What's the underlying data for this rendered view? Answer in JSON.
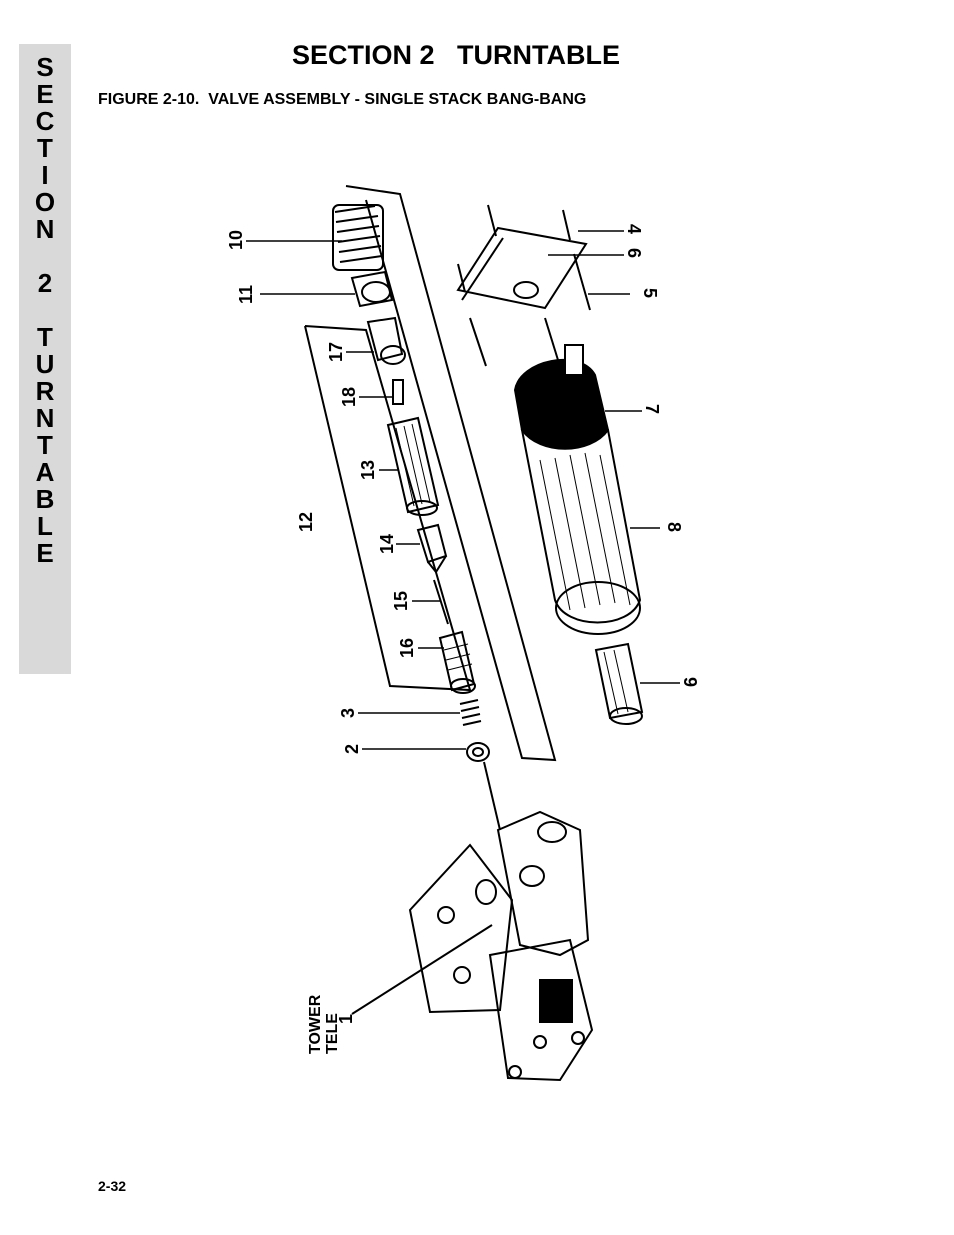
{
  "side_tab": {
    "letters": [
      "S",
      "E",
      "C",
      "T",
      "I",
      "O",
      "N",
      "",
      "2",
      "",
      "T",
      "U",
      "R",
      "N",
      "T",
      "A",
      "B",
      "L",
      "E"
    ]
  },
  "header": {
    "section_title": "SECTION 2   TURNTABLE",
    "figure_title": "FIGURE 2-10.  VALVE ASSEMBLY - SINGLE STACK BANG-BANG"
  },
  "figure": {
    "callouts": [
      "10",
      "11",
      "17",
      "18",
      "13",
      "12",
      "14",
      "15",
      "16",
      "3",
      "2",
      "4",
      "6",
      "5",
      "7",
      "8",
      "9",
      "1"
    ],
    "base_label": [
      "TOWER",
      "TELE"
    ]
  },
  "footer": {
    "page_number": "2-32"
  }
}
